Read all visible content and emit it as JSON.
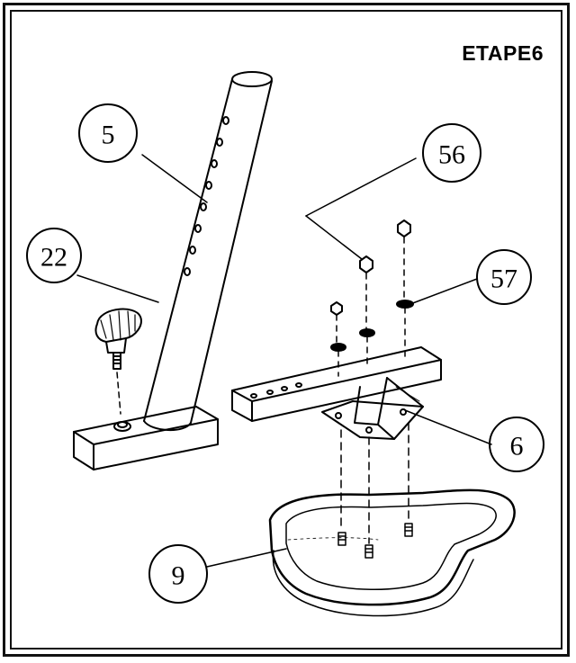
{
  "title": "ETAPE6",
  "callouts": [
    {
      "label": "5",
      "part": "seat-post-tube"
    },
    {
      "label": "22",
      "part": "adjustment-knob"
    },
    {
      "label": "56",
      "part": "nut"
    },
    {
      "label": "57",
      "part": "washer"
    },
    {
      "label": "6",
      "part": "seat-rail-bracket"
    },
    {
      "label": "9",
      "part": "saddle"
    }
  ],
  "colors": {
    "ink": "#000000",
    "paper": "#ffffff"
  }
}
